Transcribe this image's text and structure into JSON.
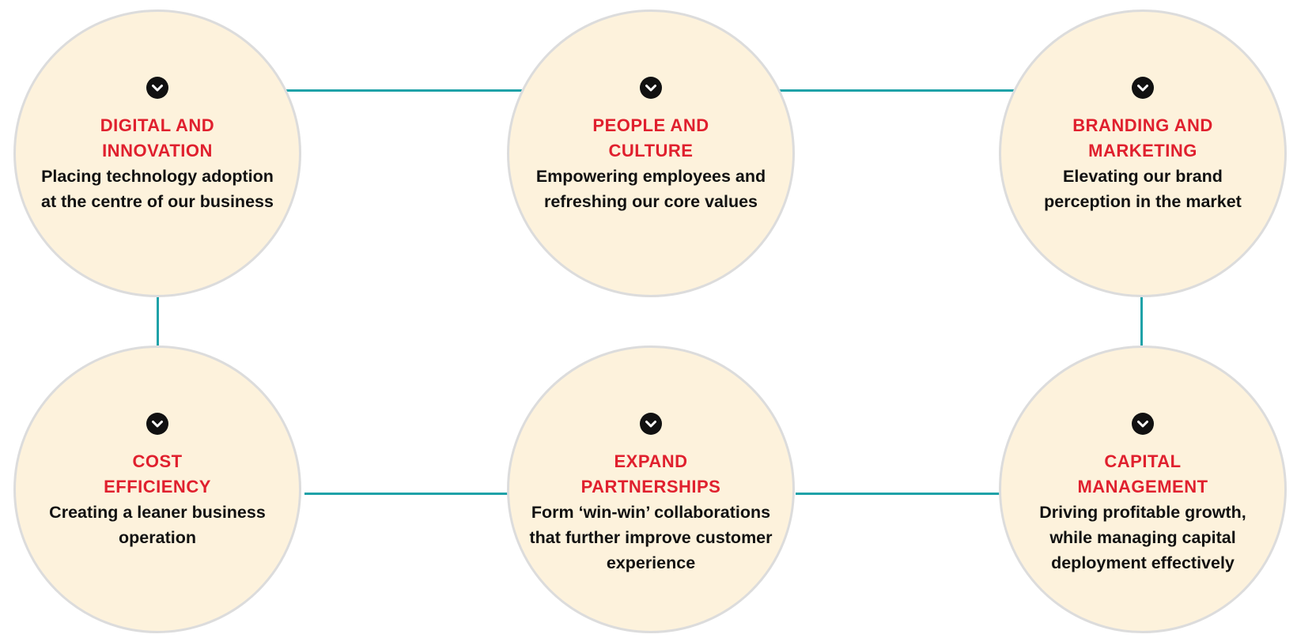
{
  "colors": {
    "circle_fill": "#fdf2dc",
    "circle_border": "#dcdcdc",
    "title": "#e0202e",
    "text": "#111111",
    "connector": "#1fa2a8",
    "icon_bg": "#111111"
  },
  "pillars": [
    {
      "icon": "chevron-down-icon",
      "title": [
        "DIGITAL AND",
        "INNOVATION"
      ],
      "desc": [
        "Placing technology adoption",
        "at the centre of our business"
      ]
    },
    {
      "icon": "chevron-down-icon",
      "title": [
        "PEOPLE AND",
        "CULTURE"
      ],
      "desc": [
        "Empowering employees and",
        "refreshing our core values"
      ]
    },
    {
      "icon": "chevron-down-icon",
      "title": [
        "BRANDING AND",
        "MARKETING"
      ],
      "desc": [
        "Elevating our brand",
        "perception in the market"
      ]
    },
    {
      "icon": "chevron-down-icon",
      "title": [
        "COST",
        "EFFICIENCY"
      ],
      "desc": [
        "Creating a leaner business",
        "operation"
      ]
    },
    {
      "icon": "chevron-down-icon",
      "title": [
        "EXPAND",
        "PARTNERSHIPS"
      ],
      "desc": [
        "Form ‘win-win’ collaborations",
        "that further improve customer",
        "experience"
      ]
    },
    {
      "icon": "chevron-down-icon",
      "title": [
        "CAPITAL",
        "MANAGEMENT"
      ],
      "desc": [
        "Driving profitable growth,",
        "while managing capital",
        "deployment effectively"
      ]
    }
  ]
}
